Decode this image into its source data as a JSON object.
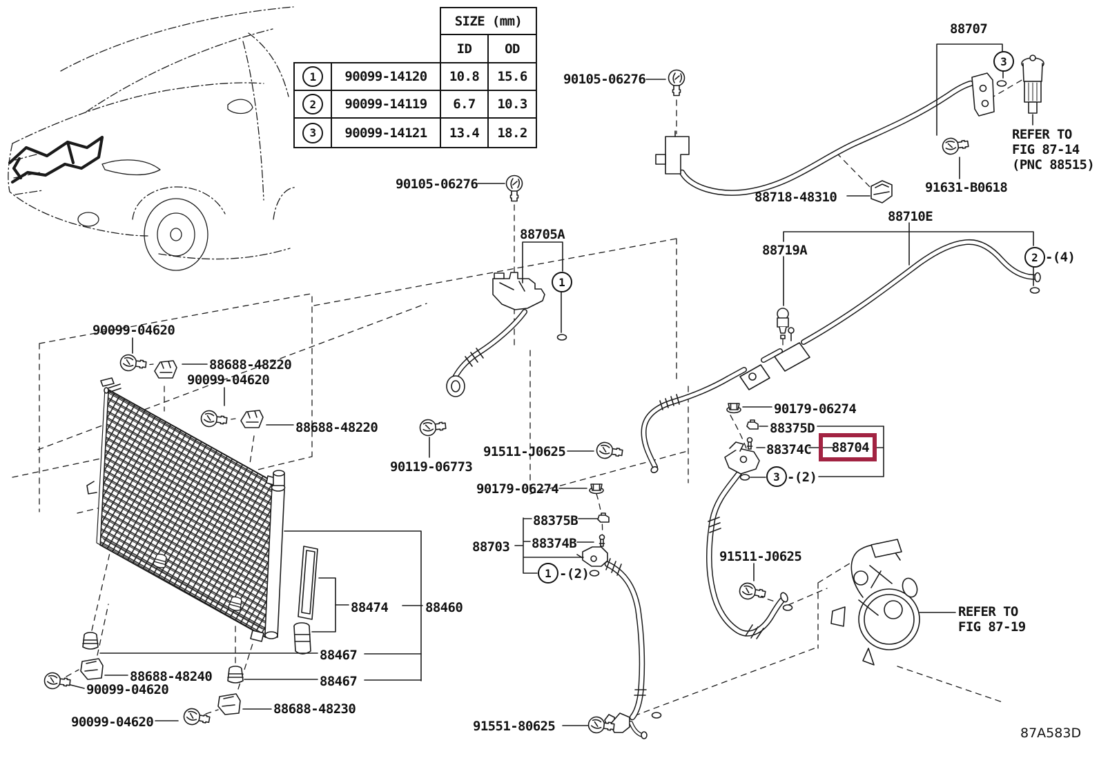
{
  "page": {
    "figure_code": "87A583D"
  },
  "size_table": {
    "title": "SIZE (mm)",
    "columns": {
      "id": "ID",
      "od": "OD"
    },
    "rows": [
      {
        "callout": "1",
        "part_number": "90099-14120",
        "id_mm": "10.8",
        "od_mm": "15.6"
      },
      {
        "callout": "2",
        "part_number": "90099-14119",
        "id_mm": "6.7",
        "od_mm": "10.3"
      },
      {
        "callout": "3",
        "part_number": "90099-14121",
        "id_mm": "13.4",
        "od_mm": "18.2"
      }
    ]
  },
  "part_labels": {
    "p90105": "90105-06276",
    "p88707": "88707",
    "p88718": "88718-48310",
    "p91631": "91631-B0618",
    "p88710e": "88710E",
    "p88719a": "88719A",
    "p88705a": "88705A",
    "p90099": "90099-04620",
    "p88688_48220": "88688-48220",
    "p90119": "90119-06773",
    "p91511": "91511-J0625",
    "p90179": "90179-06274",
    "p88375d": "88375D",
    "p88374c": "88374C",
    "p88704": "88704",
    "p88375b": "88375B",
    "p88374b": "88374B",
    "p88703": "88703",
    "p88474": "88474",
    "p88460": "88460",
    "p88467": "88467",
    "p88688_48240": "88688-48240",
    "p88688_48230": "88688-48230",
    "p91551": "91551-80625"
  },
  "references": {
    "fig_87_14": [
      "REFER TO",
      "FIG 87-14",
      "(PNC 88515)"
    ],
    "fig_87_19": [
      "REFER TO",
      "FIG 87-19"
    ]
  },
  "callouts": {
    "one": "1",
    "two": "2",
    "three": "3",
    "qty2": "-(2)",
    "qty4": "-(4)"
  },
  "highlight": {
    "selected_part": "88704",
    "box_color": "#a22342"
  }
}
